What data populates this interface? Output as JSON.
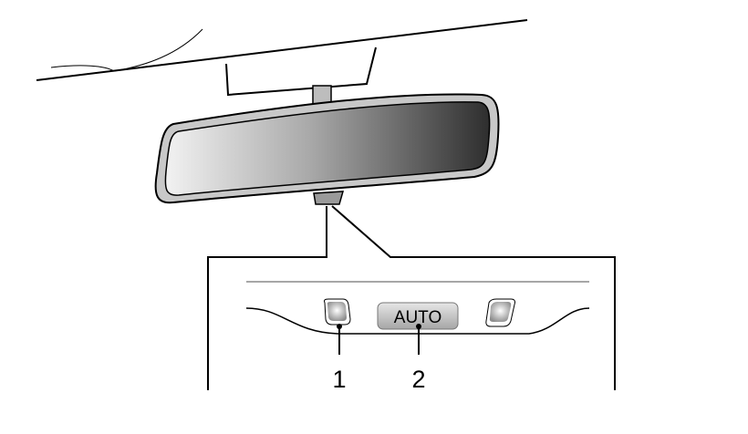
{
  "diagram": {
    "button_label": "AUTO",
    "callouts": [
      {
        "number": "1",
        "target": "indicator-light"
      },
      {
        "number": "2",
        "target": "auto-button"
      }
    ],
    "colors": {
      "line": "#000000",
      "divider": "#8a8a8a",
      "mirror_dark": "#3a3a3a",
      "mirror_light": "#f2f2f2"
    }
  }
}
